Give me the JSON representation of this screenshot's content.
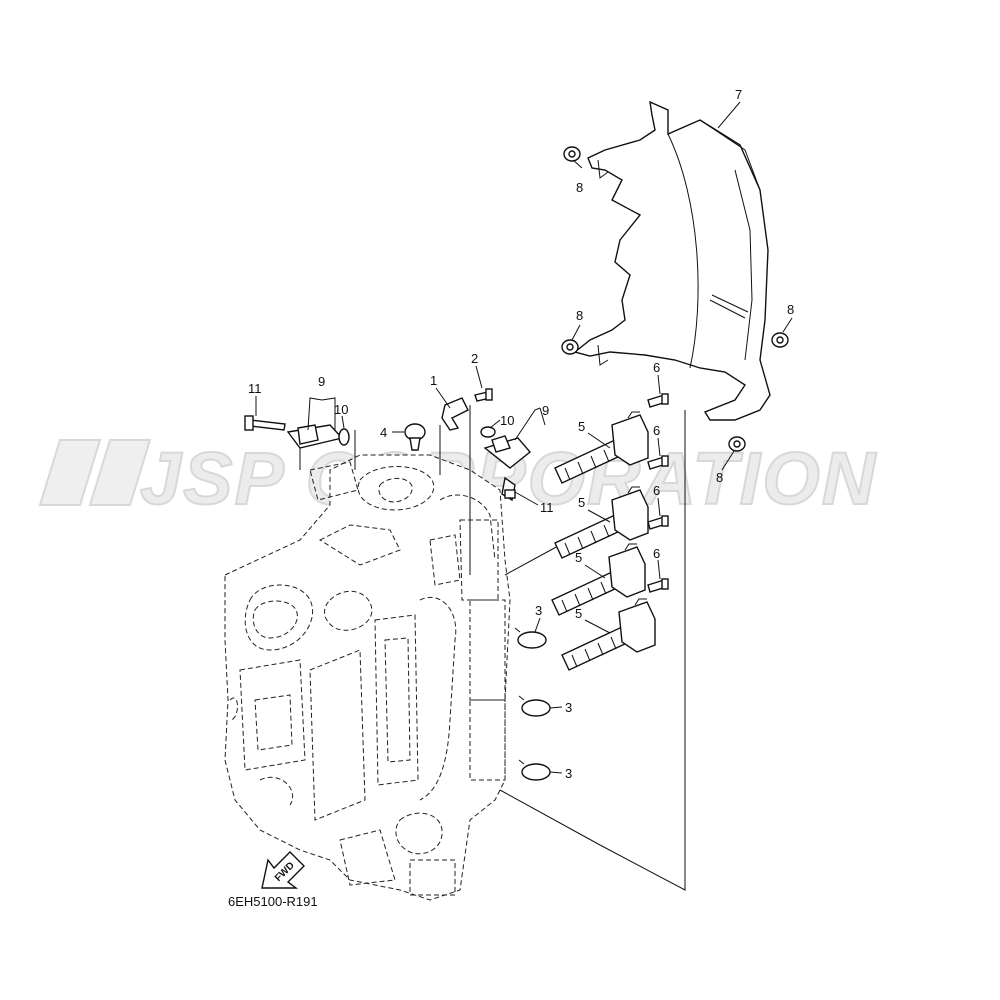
{
  "watermark": "JSP CORPORATION",
  "drawing_code": "6EH5100-R191",
  "fwd_label": "FWD",
  "callouts": {
    "c1": "1",
    "c2": "2",
    "c3a": "3",
    "c3b": "3",
    "c3c": "3",
    "c4": "4",
    "c5a": "5",
    "c5b": "5",
    "c5c": "5",
    "c5d": "5",
    "c6a": "6",
    "c6b": "6",
    "c6c": "6",
    "c6d": "6",
    "c7": "7",
    "c8a": "8",
    "c8b": "8",
    "c8c": "8",
    "c8d": "8",
    "c9a": "9",
    "c9b": "9",
    "c10a": "10",
    "c10b": "10",
    "c11a": "11",
    "c11b": "11"
  }
}
